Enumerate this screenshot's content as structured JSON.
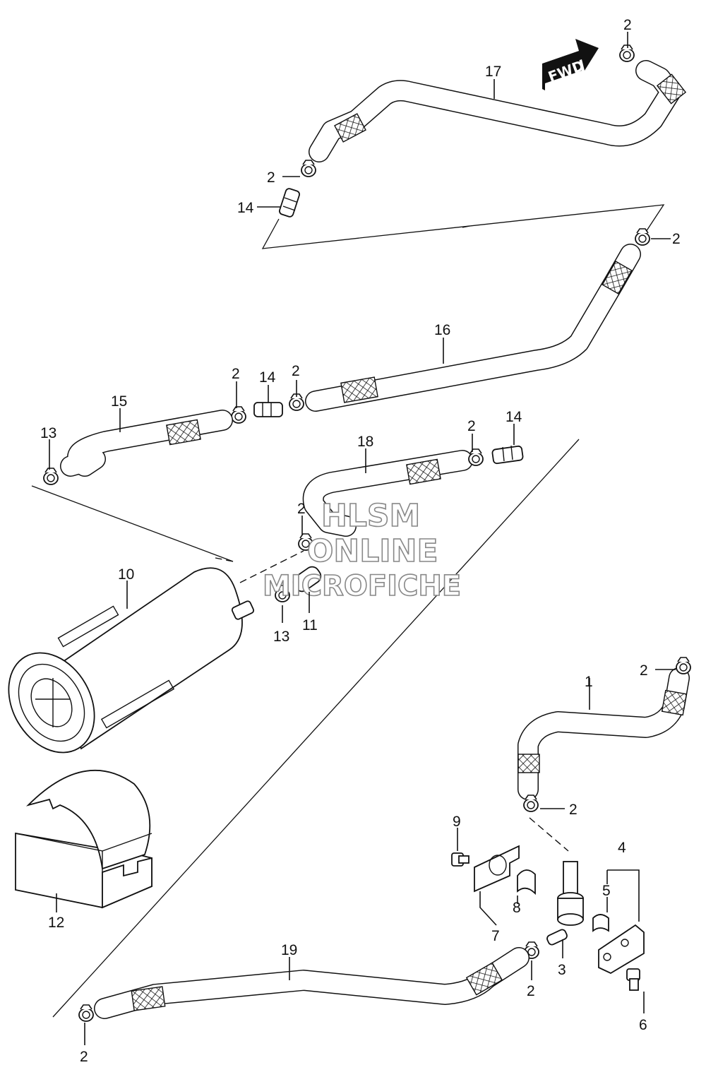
{
  "callouts": {
    "c1": "1",
    "c2a": "2",
    "c2b": "2",
    "c2c": "2",
    "c2d": "2",
    "c2e": "2",
    "c2f": "2",
    "c2g": "2",
    "c2h": "2",
    "c2i": "2",
    "c2j": "2",
    "c3": "3",
    "c4": "4",
    "c5": "5",
    "c6": "6",
    "c7": "7",
    "c8": "8",
    "c9": "9",
    "c10": "10",
    "c11": "11",
    "c12": "12",
    "c13a": "13",
    "c13b": "13",
    "c14a": "14",
    "c14b": "14",
    "c14c": "14",
    "c15": "15",
    "c16": "16",
    "c17": "17",
    "c18": "18",
    "c19": "19"
  },
  "fwd_arrow": {
    "label": "FWD"
  },
  "watermark": {
    "line1": "HLSM",
    "line2": "ONLINE",
    "line3": "MICROFICHE"
  },
  "icons": [
    "fwd-arrow-icon",
    "clamp-icon",
    "hose-icon",
    "canister-icon",
    "valve-icon",
    "bolt-icon"
  ]
}
